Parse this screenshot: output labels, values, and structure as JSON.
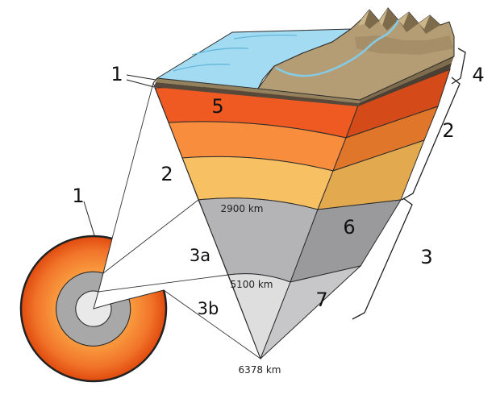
{
  "diagram": {
    "labels": {
      "crust_top": "1",
      "crust_globe": "1",
      "mantle_section": "2",
      "outer_core_section": "3a",
      "inner_core_section": "3b",
      "asthenosphere_band": "5",
      "outer_core_band": "6",
      "inner_core_band": "7",
      "bracket_crust": "4",
      "bracket_mantle": "2",
      "bracket_core": "3"
    },
    "depths": {
      "mantle_core_boundary": "2900 km",
      "outer_inner_core_boundary": "5100 km",
      "earth_center": "6378 km"
    },
    "colors": {
      "water": "#a3dbf2",
      "terrain": "#b49d74",
      "band5_front": "#ef5a22",
      "band5_side": "#d44a18",
      "band_orange_front": "#f78d3d",
      "band_orange_side": "#e0762a",
      "band_yellow_front": "#f7c163",
      "band_yellow_side": "#e2a94e",
      "outer_core_front": "#b4b4b6",
      "outer_core_side": "#9a9a9c",
      "inner_core_front": "#dededf",
      "inner_core_side": "#c7c7c9",
      "inset_outer_core": "#a8a8a8",
      "inset_inner_core": "#e9e9e9"
    }
  }
}
